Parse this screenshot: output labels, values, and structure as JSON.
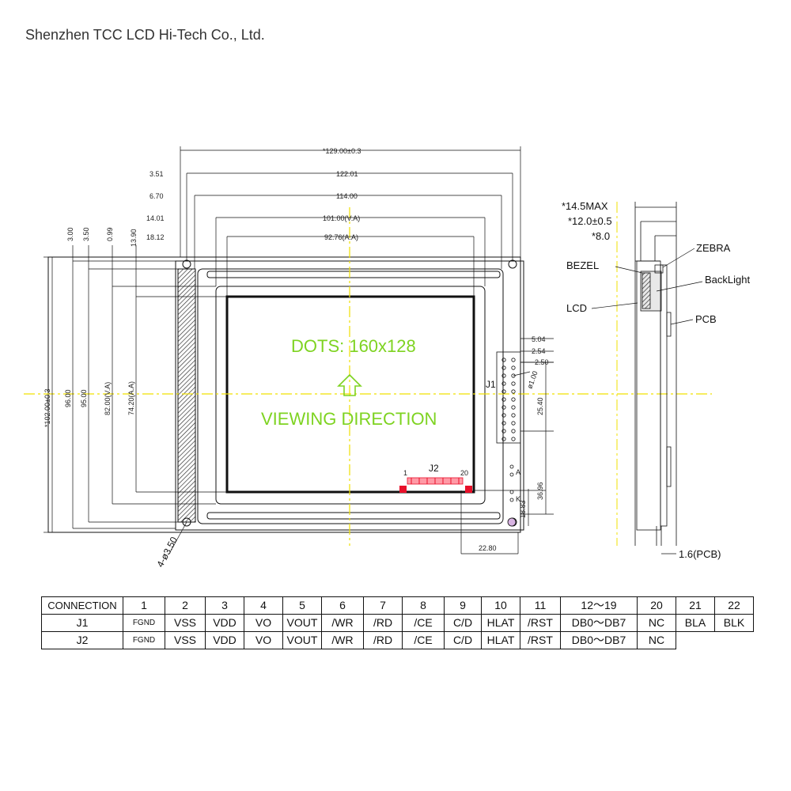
{
  "company": "Shenzhen TCC LCD Hi-Tech Co., Ltd.",
  "drawing": {
    "dots_text": "DOTS: 160x128",
    "viewing_text": "VIEWING DIRECTION",
    "horizontal_dims": [
      {
        "label": "3.51",
        "value": "122.01"
      },
      {
        "label": "6.70",
        "value": "114.00"
      },
      {
        "label": "14.01",
        "value": "101.00(V.A)"
      },
      {
        "label": "18.12",
        "value": "92.76(A.A)"
      }
    ],
    "overall_width": "*129.00±0.3",
    "vertical_dims_top": [
      "3.00",
      "3.50",
      "0.99",
      "13.90"
    ],
    "vertical_dims": [
      "*102.00±0.3",
      "96.00",
      "95.00",
      "82.00(V.A)",
      "74.20(A.A)"
    ],
    "mount_hole": "4-ø3.50",
    "connector_j1": "J1",
    "connector_j2": "J2",
    "j2_pin_first": "1",
    "j2_pin_last": "20",
    "right_dims": [
      "5.04",
      "2.54",
      "2.50",
      "ø1.00",
      "25.40",
      "36.96",
      "18.83",
      "22.80"
    ],
    "backlight_pins": [
      "A",
      "K"
    ]
  },
  "side_view": {
    "dims": [
      "*14.5MAX",
      "*12.0±0.5",
      "*8.0"
    ],
    "labels": [
      "ZEBRA",
      "BEZEL",
      "BackLight",
      "LCD",
      "PCB"
    ],
    "pcb_thickness": "1.6(PCB)"
  },
  "table": {
    "header_label": "CONNECTION",
    "pins": [
      "1",
      "2",
      "3",
      "4",
      "5",
      "6",
      "7",
      "8",
      "9",
      "10",
      "11",
      "12～19",
      "20",
      "21",
      "22"
    ],
    "rows": [
      {
        "name": "J1",
        "cells": [
          "FGND",
          "VSS",
          "VDD",
          "VO",
          "VOUT",
          "/WR",
          "/RD",
          "/CE",
          "C/D",
          "HLAT",
          "/RST",
          "DB0～DB7",
          "NC",
          "BLA",
          "BLK"
        ]
      },
      {
        "name": "J2",
        "cells": [
          "FGND",
          "VSS",
          "VDD",
          "VO",
          "VOUT",
          "/WR",
          "/RD",
          "/CE",
          "C/D",
          "HLAT",
          "/RST",
          "DB0～DB7",
          "NC"
        ]
      }
    ]
  }
}
